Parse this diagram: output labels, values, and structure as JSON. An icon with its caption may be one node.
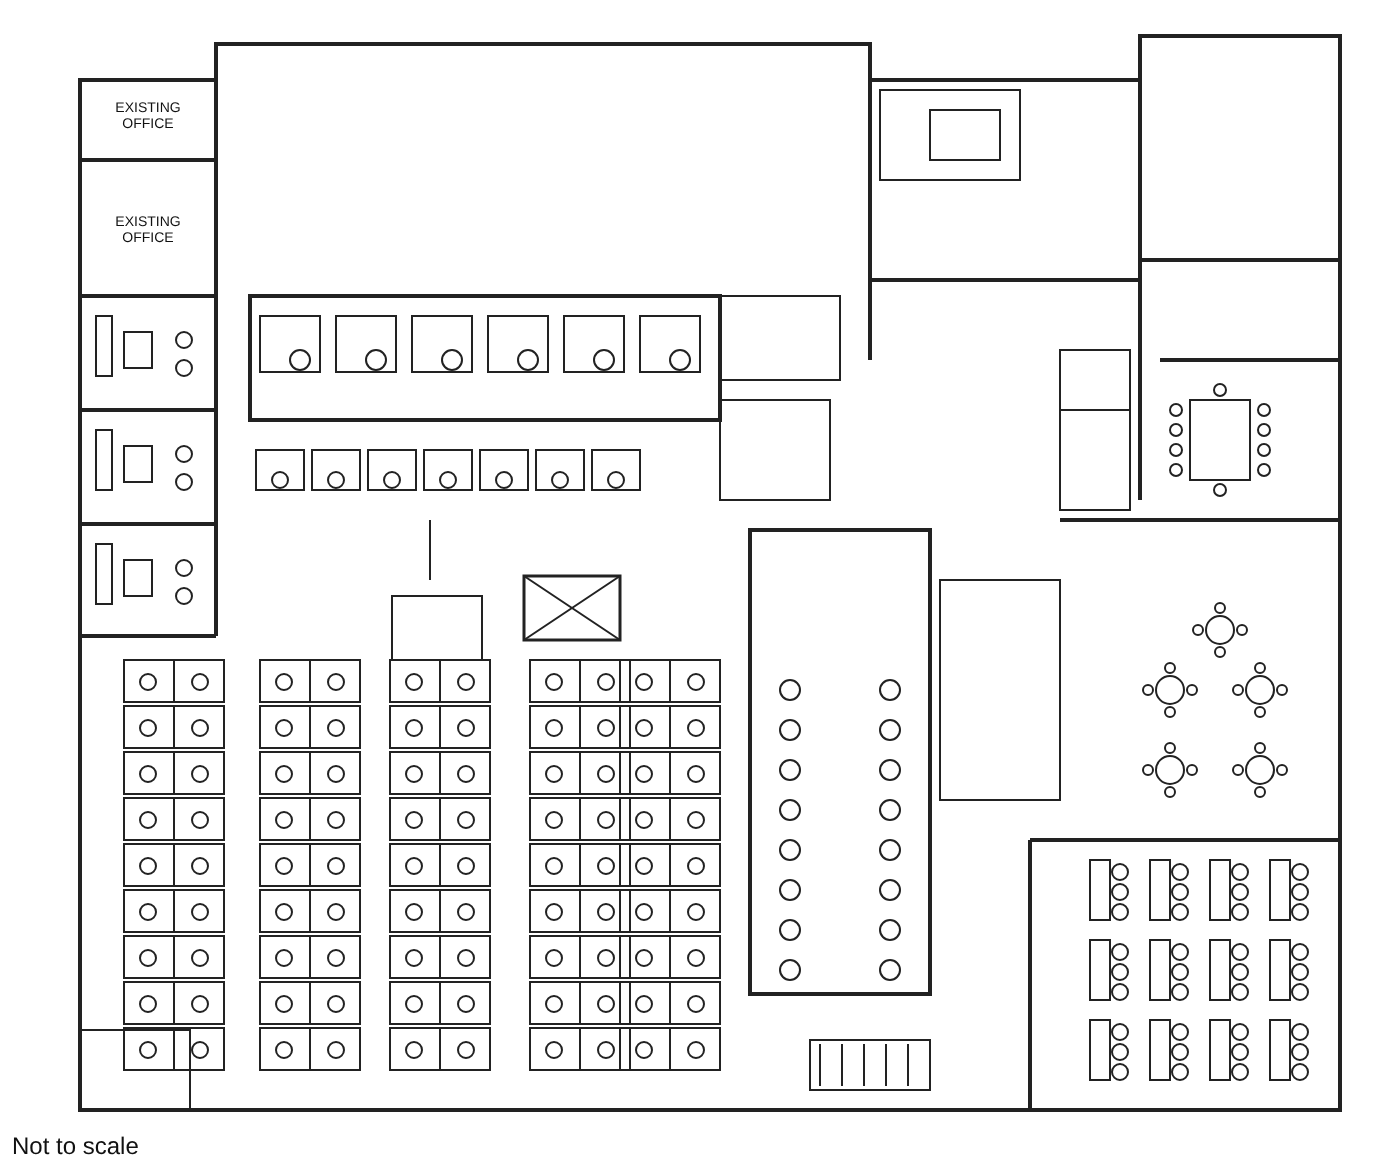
{
  "diagram": {
    "caption": "Not to scale",
    "labels": [
      "EXISTING OFFICE",
      "EXISTING OFFICE"
    ]
  }
}
